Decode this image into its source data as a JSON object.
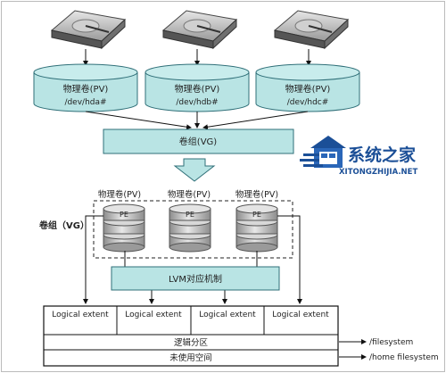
{
  "pv_cylinders": [
    {
      "label": "物理卷(PV)",
      "device": "/dev/hda#"
    },
    {
      "label": "物理卷(PV)",
      "device": "/dev/hdb#"
    },
    {
      "label": "物理卷(PV)",
      "device": "/dev/hdc#"
    }
  ],
  "vg_box_label": "卷组(VG)",
  "vg_side_label": "卷组（VG）",
  "pv_stacks": [
    {
      "label": "物理卷(PV)",
      "pe": "PE"
    },
    {
      "label": "物理卷(PV)",
      "pe": "PE"
    },
    {
      "label": "物理卷(PV)",
      "pe": "PE"
    }
  ],
  "lvm_label": "LVM对应机制",
  "logical_extents": [
    "Logical extent",
    "Logical extent",
    "Logical extent",
    "Logical extent"
  ],
  "logical_partition": {
    "label": "逻辑分区",
    "mount": "/filesystem"
  },
  "unused_space": {
    "label": "未使用空间",
    "mount": "/home filesystem"
  },
  "watermark": {
    "title": "系统之家",
    "url": "XITONGZHIJIA.NET"
  },
  "colors": {
    "teal": "#b9e4e4",
    "teal_dark": "#2f6f78",
    "disk_gray": "#c9c9c9",
    "brand_blue": "#1b4f97"
  }
}
